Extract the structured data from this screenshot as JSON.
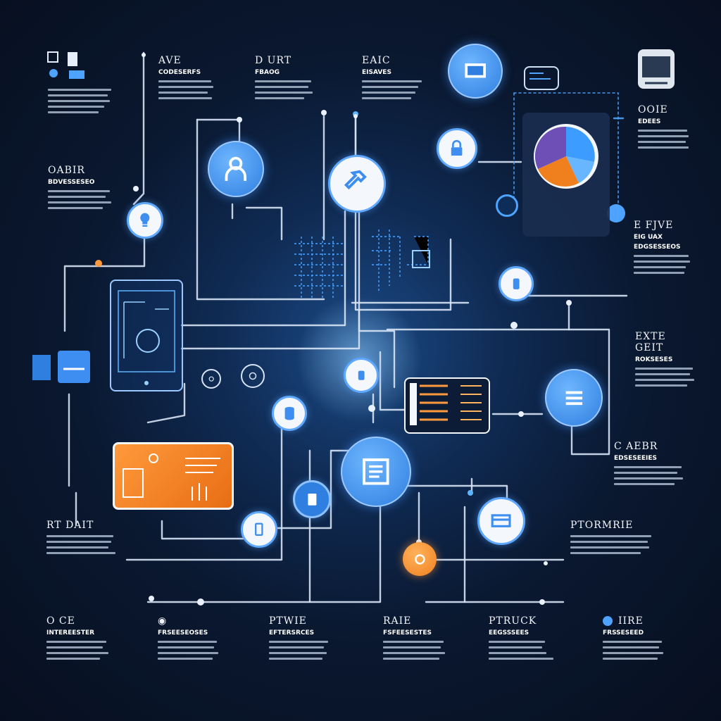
{
  "blocks": {
    "top_1": {
      "title": "",
      "subtitle": ""
    },
    "top_2": {
      "title": "AVE",
      "subtitle": "CODESERFS"
    },
    "top_3": {
      "title": "D URT",
      "subtitle": "FBAOG"
    },
    "top_4": {
      "title": "EAIC",
      "subtitle": "EISAVES"
    },
    "left_1": {
      "title": "OABIR",
      "subtitle": "BDVESSESEO"
    },
    "left_2": {
      "title": "RT DAIT",
      "subtitle": ""
    },
    "right_1": {
      "title": "OOIE",
      "subtitle": "EDEES"
    },
    "right_2": {
      "title": "E FJVE",
      "subtitle": "EIG UAX"
    },
    "right_2b": {
      "title": "",
      "subtitle": "EDGSESSEOS"
    },
    "right_3": {
      "title": "EXTE",
      "subtitle": "GEIT"
    },
    "right_3b": {
      "title": "",
      "subtitle": "ROKSESES"
    },
    "right_4": {
      "title": "C AEBR",
      "subtitle": "EDSESEEIES"
    },
    "right_5": {
      "title": "PTORMRIE",
      "subtitle": ""
    },
    "bottom_1": {
      "title": "O CE",
      "subtitle": "INTEREESTER"
    },
    "bottom_2": {
      "title": "",
      "subtitle": "FRSEESEOSES"
    },
    "bottom_3": {
      "title": "PTWIE",
      "subtitle": "EFTERSRCES"
    },
    "bottom_4": {
      "title": "RAIE",
      "subtitle": "FSFEESESTES"
    },
    "bottom_5": {
      "title": "PTRUCK",
      "subtitle": "EEGSSSEES"
    },
    "bottom_6": {
      "title": "IIRE",
      "subtitle": "FRSSESEED"
    }
  },
  "icons": {
    "hub": "document-icon",
    "pie": "pie-chart-icon",
    "lock": "lock-icon",
    "database": "database-icon",
    "user": "user-icon",
    "tool": "wrench-icon",
    "card": "card-icon"
  },
  "colors": {
    "accent_blue": "#4ea3ff",
    "accent_orange": "#f0801e",
    "wire": "#d7e3f5"
  }
}
